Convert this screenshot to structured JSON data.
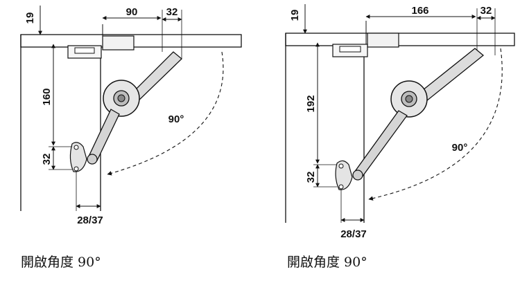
{
  "figures": [
    {
      "id": "left",
      "dimensions": {
        "top_thickness": "19",
        "horizontal_offset": "90",
        "pivot_width": "32",
        "vertical_offset": "160",
        "bracket_height": "32",
        "bottom_offset": "28/37"
      },
      "angle_label": "90°",
      "caption": "開啟角度 90°"
    },
    {
      "id": "right",
      "dimensions": {
        "top_thickness": "19",
        "horizontal_offset": "166",
        "pivot_width": "32",
        "vertical_offset": "192",
        "bracket_height": "32",
        "bottom_offset": "28/37"
      },
      "angle_label": "90°",
      "caption": "開啟角度 90°"
    }
  ]
}
